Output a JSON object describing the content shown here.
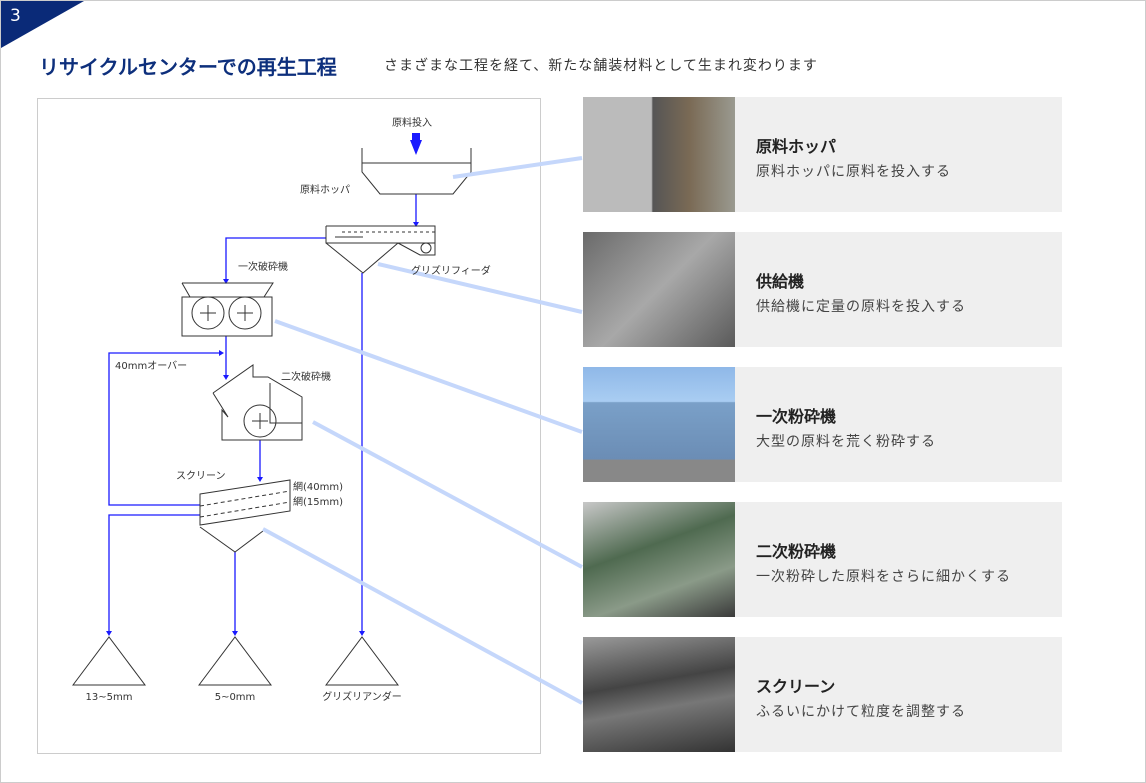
{
  "page_number": "3",
  "title": "リサイクルセンターでの再生工程",
  "subtitle": "さまざまな工程を経て、新たな舗装材料として生まれ変わります",
  "diagram": {
    "input": "原料投入",
    "hopper": "原料ホッパ",
    "feeder": "グリズリフィーダ",
    "primary": "一次破砕機",
    "over": "40mmオーバー",
    "secondary": "二次破砕機",
    "screen": "スクリーン",
    "mesh1": "網(40mm)",
    "mesh2": "網(15mm)",
    "out1": "13~5mm",
    "out2": "5~0mm",
    "out3": "グリズリアンダー"
  },
  "cards": [
    {
      "title": "原料ホッパ",
      "desc": "原料ホッパに原料を投入する"
    },
    {
      "title": "供給機",
      "desc": "供給機に定量の原料を投入する"
    },
    {
      "title": "一次粉砕機",
      "desc": "大型の原料を荒く粉砕する"
    },
    {
      "title": "二次粉砕機",
      "desc": "一次粉砕した原料をさらに細かくする"
    },
    {
      "title": "スクリーン",
      "desc": "ふるいにかけて粒度を調整する"
    }
  ],
  "colors": {
    "accent": "#0d2f7c",
    "flow": "#1a1aff",
    "connector": "#c5d7fb"
  }
}
